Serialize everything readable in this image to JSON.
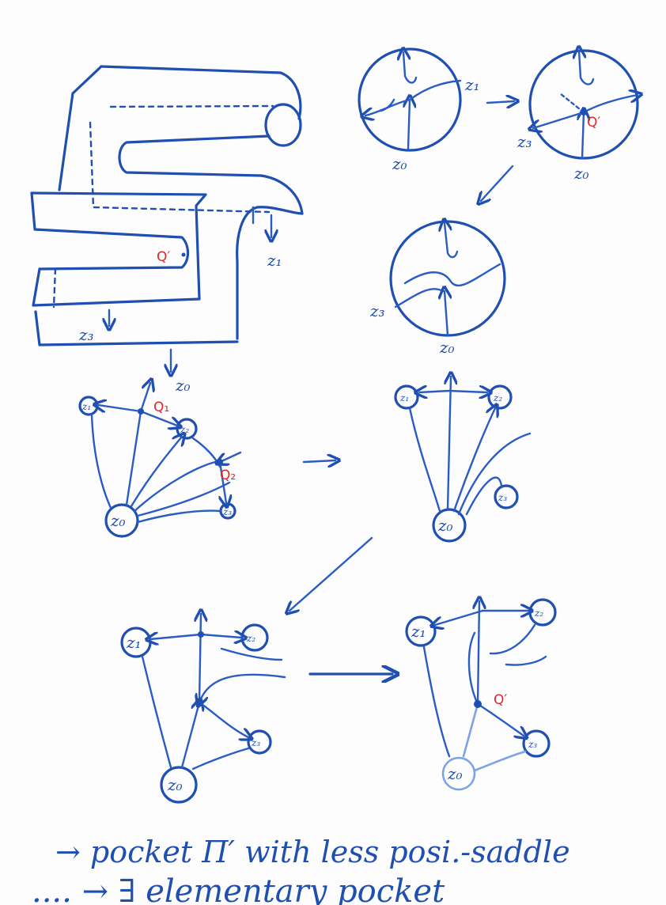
{
  "labels": {
    "z0": "z₀",
    "z1": "z₁",
    "z2": "z₂",
    "z3": "z₃",
    "q_prime": "Q′",
    "q1": "Q₁",
    "q2": "Q₂"
  },
  "text": {
    "line1": "→ pocket Π′ with less posi.-saddle",
    "line2": ".... → ∃ elementary pocket"
  },
  "colors": {
    "ink": "#1f4fb0",
    "red": "#e0262a"
  }
}
